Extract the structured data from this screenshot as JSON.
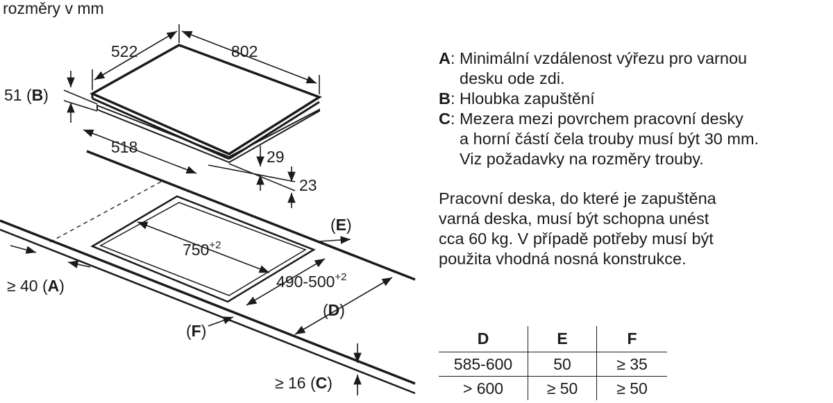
{
  "caption": "rozměry v mm",
  "dims": {
    "width_top": "522",
    "depth_top": "802",
    "depth_b": "51 (",
    "b_letter": "B",
    "close_paren": ")",
    "inner_518": "518",
    "d29": "29",
    "d23": "23",
    "cutout_w": "750",
    "cutout_w_sup": "+2",
    "cutout_d": "490-500",
    "cutout_d_sup": "+2",
    "e_label_open": "(",
    "e_letter": "E",
    "d_letter": "D",
    "f_letter": "F",
    "a_prefix": "≥ 40 (",
    "a_letter": "A",
    "c_prefix": "≥ 16 (",
    "c_letter": "C"
  },
  "legend": [
    {
      "key": "A",
      "sep": ": ",
      "text": "Minimální vzdálenost výřezu pro varnou\ndesku ode zdi."
    },
    {
      "key": "B",
      "sep": ": ",
      "text": "Hloubka zapuštění"
    },
    {
      "key": "C",
      "sep": ": ",
      "text": "Mezera mezi povrchem pracovní desky\na horní částí čela trouby musí být 30 mm.\nViz požadavky na rozměry trouby."
    }
  ],
  "note": "Pracovní deska, do které je zapuštěna\nvarná deska, musí být schopna unést\ncca 60 kg. V případě potřeby musí být\npoužita vhodná nosná konstrukce.",
  "table": {
    "headers": [
      "D",
      "E",
      "F"
    ],
    "rows": [
      [
        "585-600",
        "50",
        "≥ 35"
      ],
      [
        "> 600",
        "≥ 50",
        "≥ 50"
      ]
    ]
  }
}
